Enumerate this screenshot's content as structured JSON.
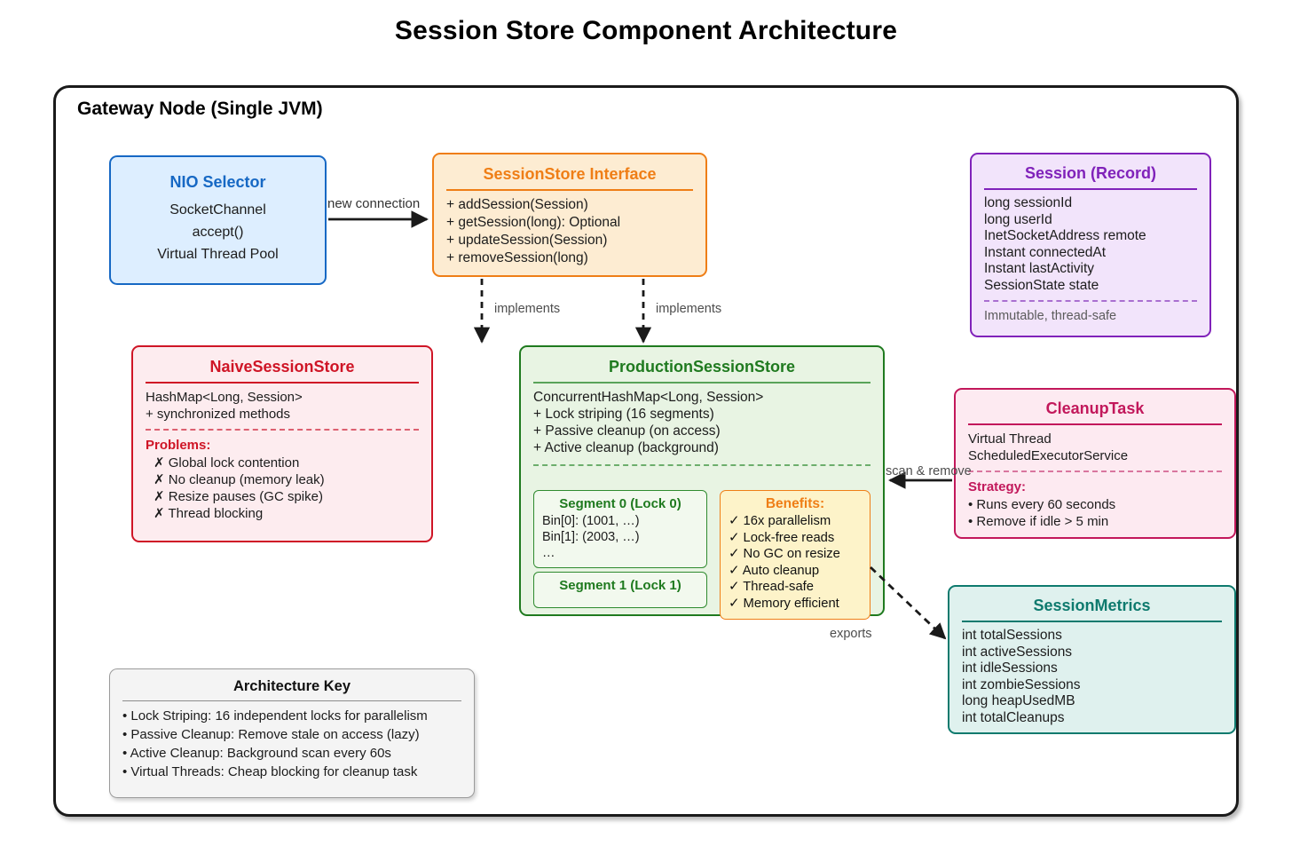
{
  "title": "Session Store Component Architecture",
  "container": {
    "label": "Gateway Node (Single JVM)"
  },
  "nodes": {
    "nio_selector": {
      "title": "NIO Selector",
      "lines": [
        "SocketChannel",
        "accept()",
        "Virtual Thread Pool"
      ],
      "color": "#1668c4"
    },
    "sessionstore_interface": {
      "title": "SessionStore Interface",
      "lines": [
        "+ addSession(Session)",
        "+ getSession(long): Optional",
        "+ updateSession(Session)",
        "+ removeSession(long)"
      ],
      "color": "#ef7e16"
    },
    "session_record": {
      "title": "Session (Record)",
      "lines": [
        "long sessionId",
        "long userId",
        "InetSocketAddress remote",
        "Instant connectedAt",
        "Instant lastActivity",
        "SessionState state"
      ],
      "note": "Immutable, thread-safe",
      "color": "#8022ba"
    },
    "naive_session_store": {
      "title": "NaiveSessionStore",
      "lines": [
        "HashMap<Long, Session>",
        "+ synchronized methods"
      ],
      "problems_heading": "Problems:",
      "problems": [
        "✗ Global lock contention",
        "✗ No cleanup (memory leak)",
        "✗ Resize pauses (GC spike)",
        "✗ Thread blocking"
      ],
      "color": "#cf1526"
    },
    "production_session_store": {
      "title": "ProductionSessionStore",
      "lines": [
        "ConcurrentHashMap<Long, Session>",
        "+ Lock striping (16 segments)",
        "+ Passive cleanup (on access)",
        "+ Active cleanup (background)"
      ],
      "color": "#1f7a1f",
      "segments": [
        {
          "title": "Segment 0 (Lock 0)",
          "lines": [
            "Bin[0]: (1001, …)",
            "Bin[1]: (2003, …)",
            "…"
          ]
        },
        {
          "title": "Segment 1 (Lock 1)",
          "lines": []
        }
      ],
      "benefits": {
        "title": "Benefits:",
        "items": [
          "✓ 16x parallelism",
          "✓ Lock-free reads",
          "✓ No GC on resize",
          "✓ Auto cleanup",
          "✓ Thread-safe",
          "✓ Memory efficient"
        ]
      }
    },
    "cleanup_task": {
      "title": "CleanupTask",
      "lines": [
        "Virtual Thread",
        "ScheduledExecutorService"
      ],
      "strategy_heading": "Strategy:",
      "strategy": [
        "• Runs every 60 seconds",
        "• Remove if idle > 5 min"
      ],
      "color": "#c2185b"
    },
    "session_metrics": {
      "title": "SessionMetrics",
      "lines": [
        "int totalSessions",
        "int activeSessions",
        "int idleSessions",
        "int zombieSessions",
        "long heapUsedMB",
        "int totalCleanups"
      ],
      "color": "#0e7a6e"
    },
    "architecture_key": {
      "title": "Architecture Key",
      "items": [
        "• Lock Striping: 16 independent locks for parallelism",
        "• Passive Cleanup: Remove stale on access (lazy)",
        "• Active Cleanup: Background scan every 60s",
        "• Virtual Threads: Cheap blocking for cleanup task"
      ]
    }
  },
  "edges": {
    "new_connection": "new connection",
    "implements_1": "implements",
    "implements_2": "implements",
    "scan_remove": "scan & remove",
    "exports": "exports"
  }
}
